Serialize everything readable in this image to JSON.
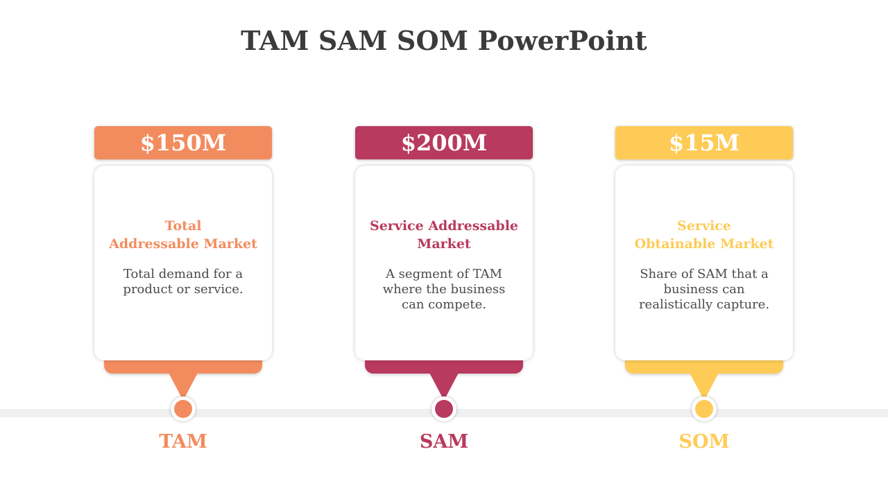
{
  "slide": {
    "title": "TAM SAM SOM PowerPoint",
    "columns": [
      {
        "value": "$150M",
        "heading_line1": "Total",
        "heading_line2": "Addressable Market",
        "description_lines": [
          "Total demand for a",
          "product or service."
        ],
        "acronym": "TAM",
        "color": "#F28C5F"
      },
      {
        "value": "$200M",
        "heading_line1": "Service Addressable",
        "heading_line2": "Market",
        "description_lines": [
          "A segment of TAM",
          "where the business",
          "can compete."
        ],
        "acronym": "SAM",
        "color": "#B83A5E"
      },
      {
        "value": "$15M",
        "heading_line1": "Service",
        "heading_line2": "Obtainable Market",
        "description_lines": [
          "Share of SAM that a",
          "business can",
          "realistically capture."
        ],
        "acronym": "SOM",
        "color": "#FECB56"
      }
    ]
  }
}
